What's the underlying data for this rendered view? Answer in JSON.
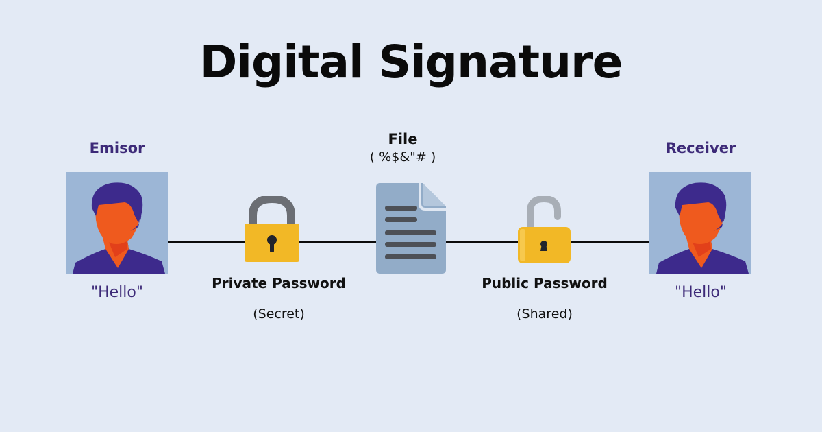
{
  "title": "Digital Signature",
  "emisor": {
    "label": "Emisor",
    "message": "\"Hello\""
  },
  "receiver": {
    "label": "Receiver",
    "message": "\"Hello\""
  },
  "private_key": {
    "label": "Private Password",
    "sub": "(Secret)",
    "state": "locked"
  },
  "public_key": {
    "label": "Public Password",
    "sub": "(Shared)",
    "state": "unlocked"
  },
  "file": {
    "label": "File",
    "content": "( %$&\"# )"
  },
  "colors": {
    "background": "#e3eaf5",
    "person_label": "#3d2a78",
    "avatar_bg": "#9cb6d6",
    "skin": "#ef5a1e",
    "hair_clothes": "#3d2a8c",
    "lock_body": "#f2b826",
    "shackle_locked": "#6b6e74",
    "shackle_unlocked": "#a8aeb6",
    "document": "#92acc8",
    "document_lines": "#4d5056"
  }
}
